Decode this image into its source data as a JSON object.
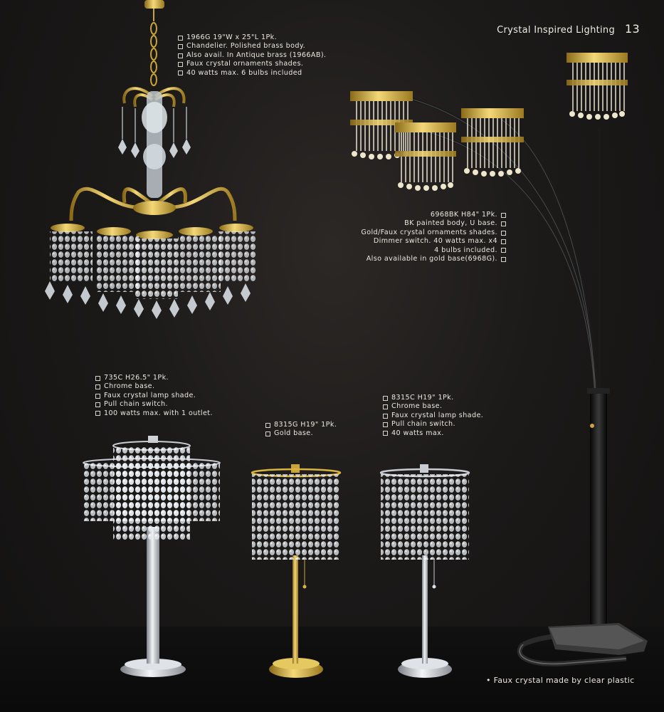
{
  "header": {
    "title": "Crystal Inspired Lighting",
    "page_number": "13"
  },
  "products": {
    "chandelier": {
      "lines": [
        "1966G 19\"W x 25\"L 1Pk.",
        "Chandelier. Polished brass body.",
        "Also avail. In Antique brass (1966AB).",
        "Faux crystal ornaments shades.",
        "40 watts max. 6 bulbs included"
      ]
    },
    "floor_lamp": {
      "lines": [
        "6968BK H84\" 1Pk.",
        "BK painted body, U base.",
        "Gold/Faux crystal ornaments shades.",
        "Dimmer switch. 40 watts max. x4",
        "4 bulbs included.",
        "Also available in gold base(6968G)."
      ]
    },
    "lamp_735c": {
      "lines": [
        "735C H26.5\" 1Pk.",
        "Chrome base.",
        "Faux crystal lamp shade.",
        "Pull chain switch.",
        "100 watts max.  with 1 outlet."
      ]
    },
    "lamp_8315g": {
      "lines": [
        "8315G  H19\"  1Pk.",
        "Gold base."
      ]
    },
    "lamp_8315c": {
      "lines": [
        "8315C H19\" 1Pk.",
        "Chrome base.",
        "Faux crystal lamp shade.",
        "Pull chain switch.",
        "40 watts max."
      ]
    }
  },
  "footnote": "• Faux crystal made by clear plastic",
  "colors": {
    "background": "#1c1a19",
    "gold": "#d8b440",
    "chrome": "#c8ccd2",
    "crystal": "#dfe4ea",
    "black_metal": "#0c0c0c"
  }
}
